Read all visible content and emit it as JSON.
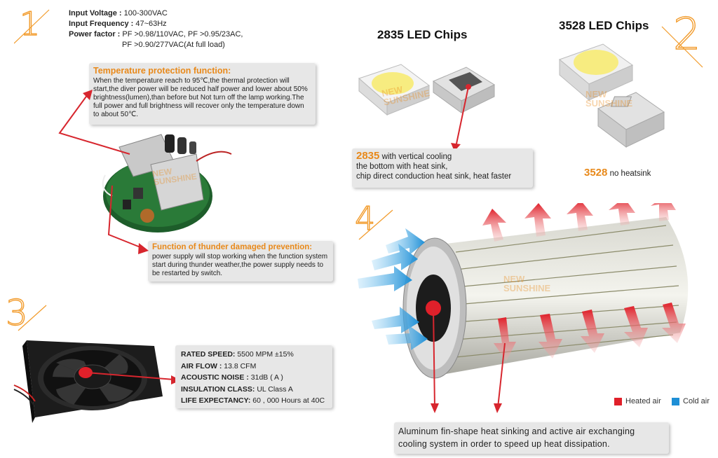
{
  "section_numbers": [
    "1",
    "2",
    "3",
    "4"
  ],
  "specs": [
    {
      "label": "Input Voltage :",
      "value": "100-300VAC"
    },
    {
      "label": "Input Frequency :",
      "value": "47~63Hz"
    },
    {
      "label": "Power factor :",
      "value": "PF >0.98/110VAC, PF >0.95/23AC,"
    },
    {
      "label": "",
      "value": "PF >0.90/277VAC(At full load)"
    }
  ],
  "temp_protection": {
    "title": "Temperature protection function:",
    "body": "When the temperature reach to 95℃,the thermal protection will start,the diver power will be reduced half power and lower about 50% brightness(lumen),than before but Not turn off the lamp working.The full power and full brightness will recover only the temperature down to about 50℃."
  },
  "thunder_protection": {
    "title": "Function of thunder damaged prevention:",
    "body": "power supply will stop working when the function system start during thunder weather,the power supply needs to be restarted by switch."
  },
  "chips": {
    "chip_2835_title": "2835 LED Chips",
    "chip_3528_title": "3528 LED Chips",
    "note_2835_num": "2835",
    "note_2835_line1": " with vertical cooling",
    "note_2835_line2": "the bottom with heat sink,",
    "note_2835_line3": "chip direct conduction heat sink, heat faster",
    "note_3528_num": "3528",
    "note_3528_text": " no heatsink"
  },
  "fan_specs": [
    {
      "label": "RATED SPEED:",
      "value": "5500 MPM ±15%"
    },
    {
      "label": "AIR FLOW :",
      "value": "13.8 CFM"
    },
    {
      "label": "ACOUSTIC NOISE :",
      "value": "31dB ( A )"
    },
    {
      "label": "INSULATION CLASS:",
      "value": "UL Class A"
    },
    {
      "label": "LIFE EXPECTANCY:",
      "value": "60 , 000 Hours at 40C"
    }
  ],
  "legend": {
    "heated": "Heated air",
    "cold": "Cold air",
    "heated_color": "#e0202a",
    "cold_color": "#1e8fd6"
  },
  "cooling_caption": {
    "line1": "Aluminum fin-shape heat sinking and active air exchanging",
    "line2": "cooling system in order to speed up heat dissipation."
  },
  "watermark": {
    "line1": "NEW",
    "line2": "SUNSHINE"
  },
  "colors": {
    "accent": "#e8891a",
    "arrow_red": "#d7262e",
    "box_bg": "#e7e7e7"
  }
}
